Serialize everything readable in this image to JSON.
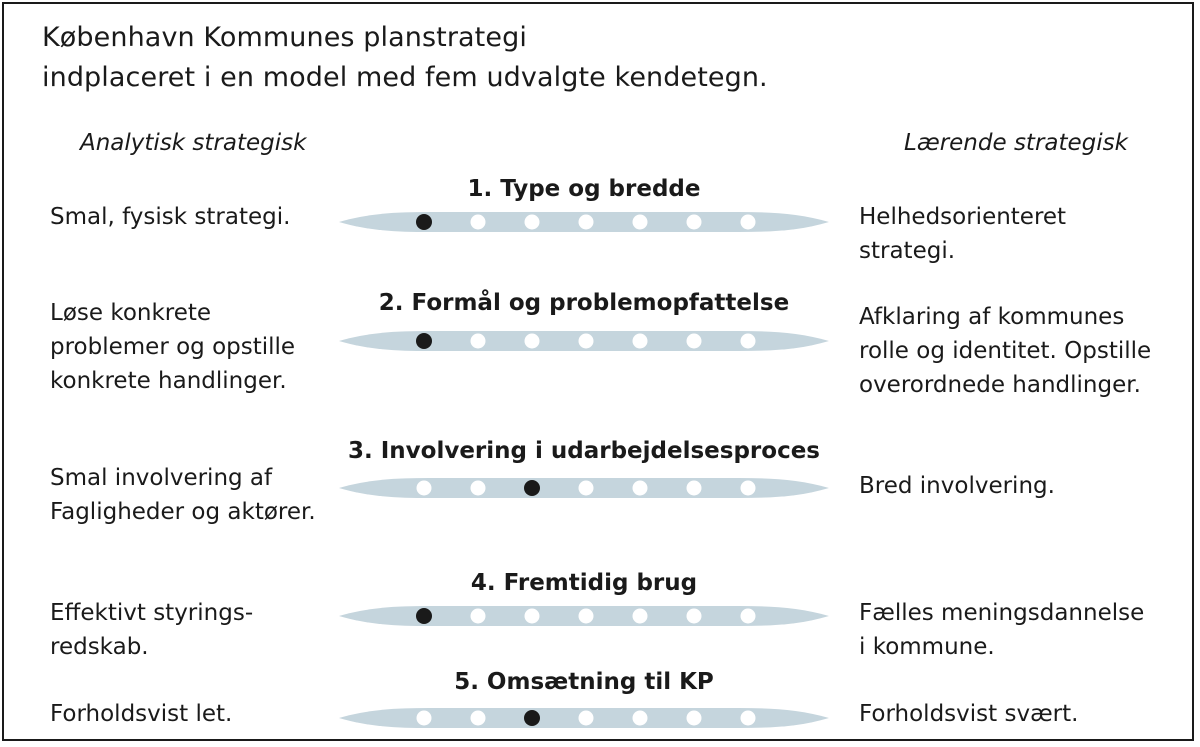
{
  "title_lines": [
    "København Kommunes planstrategi",
    "indplaceret i en model med fem udvalgte kendetegn."
  ],
  "left_heading": "Analytisk strategisk",
  "right_heading": "Lærende strategisk",
  "scale_points": 7,
  "colors": {
    "bar": "#c5d5dd",
    "dot_empty": "#ffffff",
    "dot_filled": "#1a1a1a",
    "border": "#1a1a1a"
  },
  "dimensions": [
    {
      "title": "1. Type og bredde",
      "left": "Smal, fysisk strategi.",
      "right": "Helhedsorienteret\nstrategi.",
      "position": 1
    },
    {
      "title": "2. Formål og problemopfattelse",
      "left": "Løse konkrete\nproblemer og opstille\nkonkrete handlinger.",
      "right": "Afklaring af kommunes\nrolle og identitet. Opstille\noverordnede handlinger.",
      "position": 1
    },
    {
      "title": "3. Involvering i udarbejdelsesproces",
      "left": "Smal involvering af\nFagligheder og aktører.",
      "right": "Bred involvering.",
      "position": 3
    },
    {
      "title": "4. Fremtidig brug",
      "left": "Effektivt styrings-\nredskab.",
      "right": "Fælles meningsdannelse\ni kommune.",
      "position": 1
    },
    {
      "title": "5. Omsætning til KP",
      "left": "Forholdsvist let.",
      "right": "Forholdsvist svært.",
      "position": 3
    }
  ]
}
